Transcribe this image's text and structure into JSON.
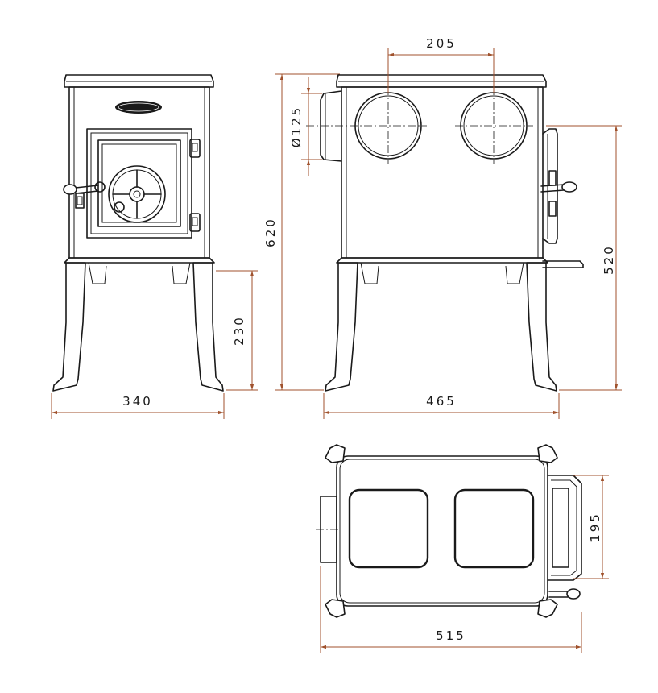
{
  "dimensions": {
    "front_width": "340",
    "front_leg_height": "230",
    "total_height": "620",
    "side_depth": "465",
    "flue_spacing": "205",
    "flue_diameter": "Ø125",
    "side_height": "520",
    "top_width": "515",
    "top_handle_depth": "195"
  },
  "colors": {
    "dimension_line": "#a0522d",
    "drawing_line": "#1a1a1a",
    "background": "#ffffff"
  }
}
